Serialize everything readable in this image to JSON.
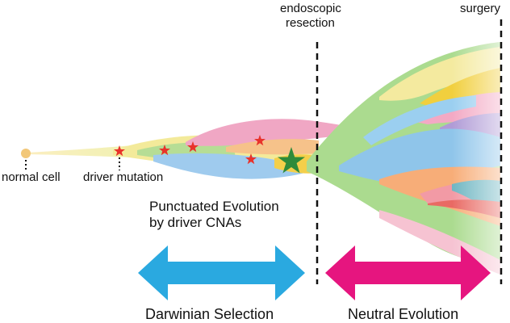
{
  "labels": {
    "endoscopic_line1": "endoscopic",
    "endoscopic_line2": "resection",
    "surgery": "surgery",
    "normal_cell": "normal cell",
    "driver_mutation": "driver mutation",
    "punctuated_line1": "Punctuated Evolution",
    "punctuated_line2": "by driver CNAs",
    "darwinian": "Darwinian Selection",
    "neutral": "Neutral Evolution"
  },
  "colors": {
    "darwinian_arrow": "#2aa9e0",
    "neutral_arrow": "#e6157f",
    "star_red": "#e8322b",
    "star_green": "#2e8b3a",
    "normal_cell_dot": "#f2c778",
    "clone_yellow": "#f6e58d",
    "clone_green": "#a8d98a",
    "clone_blue": "#8ec5ea",
    "clone_pink": "#f0a3c0",
    "clone_orange": "#f7b27a",
    "clone_purple": "#b9a3d9",
    "clone_teal": "#7fc4c9",
    "clone_gold": "#f4cf4a"
  }
}
